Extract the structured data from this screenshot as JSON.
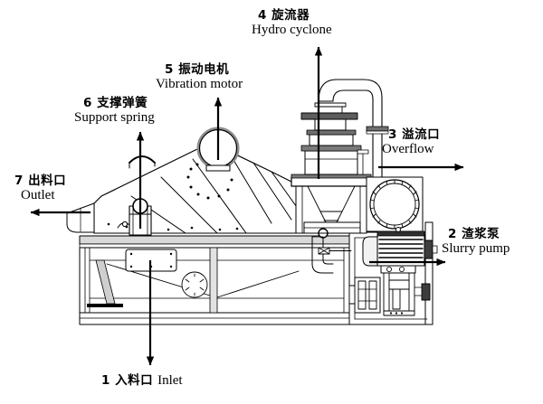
{
  "diagram": {
    "title_visible": false,
    "background_color": "#ffffff",
    "line_color": "#000000",
    "shade_color": "#b9b9b9",
    "light_shade_color": "#d8d8d8"
  },
  "callouts": [
    {
      "number": "1",
      "cn": "入料口",
      "en": "Inlet",
      "number_cn": "1 入料口",
      "layout": "inline",
      "arrow": "down"
    },
    {
      "number": "2",
      "cn": "渣浆泵",
      "en": "Slurry pump",
      "number_cn": "2 渣浆泵",
      "layout": "stacked",
      "arrow": "right"
    },
    {
      "number": "3",
      "cn": "溢流口",
      "en": "Overflow",
      "number_cn": "3 溢流口",
      "layout": "stacked",
      "arrow": "right"
    },
    {
      "number": "4",
      "cn": "旋流器",
      "en": "Hydro cyclone",
      "number_cn": "4 旋流器",
      "layout": "stacked",
      "arrow": "up"
    },
    {
      "number": "5",
      "cn": "振动电机",
      "en": "Vibration motor",
      "number_cn": "5 振动电机",
      "layout": "stacked",
      "arrow": "up"
    },
    {
      "number": "6",
      "cn": "支撑弹簧",
      "en": "Support spring",
      "number_cn": "6 支撑弹簧",
      "layout": "stacked",
      "arrow": "up"
    },
    {
      "number": "7",
      "cn": "出料口",
      "en": "Outlet",
      "number_cn": "7 出料口",
      "layout": "stacked",
      "arrow": "left"
    }
  ],
  "parts": {
    "vibrating_screen": "vibrating-screen-deck",
    "base_frame": "support-base-frame",
    "cyclone_body": "hydro-cyclone-body",
    "cyclone_pipe": "cyclone-feed-pipe",
    "overflow_flange": "overflow-flange",
    "pump_motor": "slurry-pump-motor",
    "pump_casing": "slurry-pump-casing",
    "spring_assembly": "support-spring-assembly",
    "outlet_chute": "outlet-chute",
    "inlet_box": "inlet-box"
  }
}
